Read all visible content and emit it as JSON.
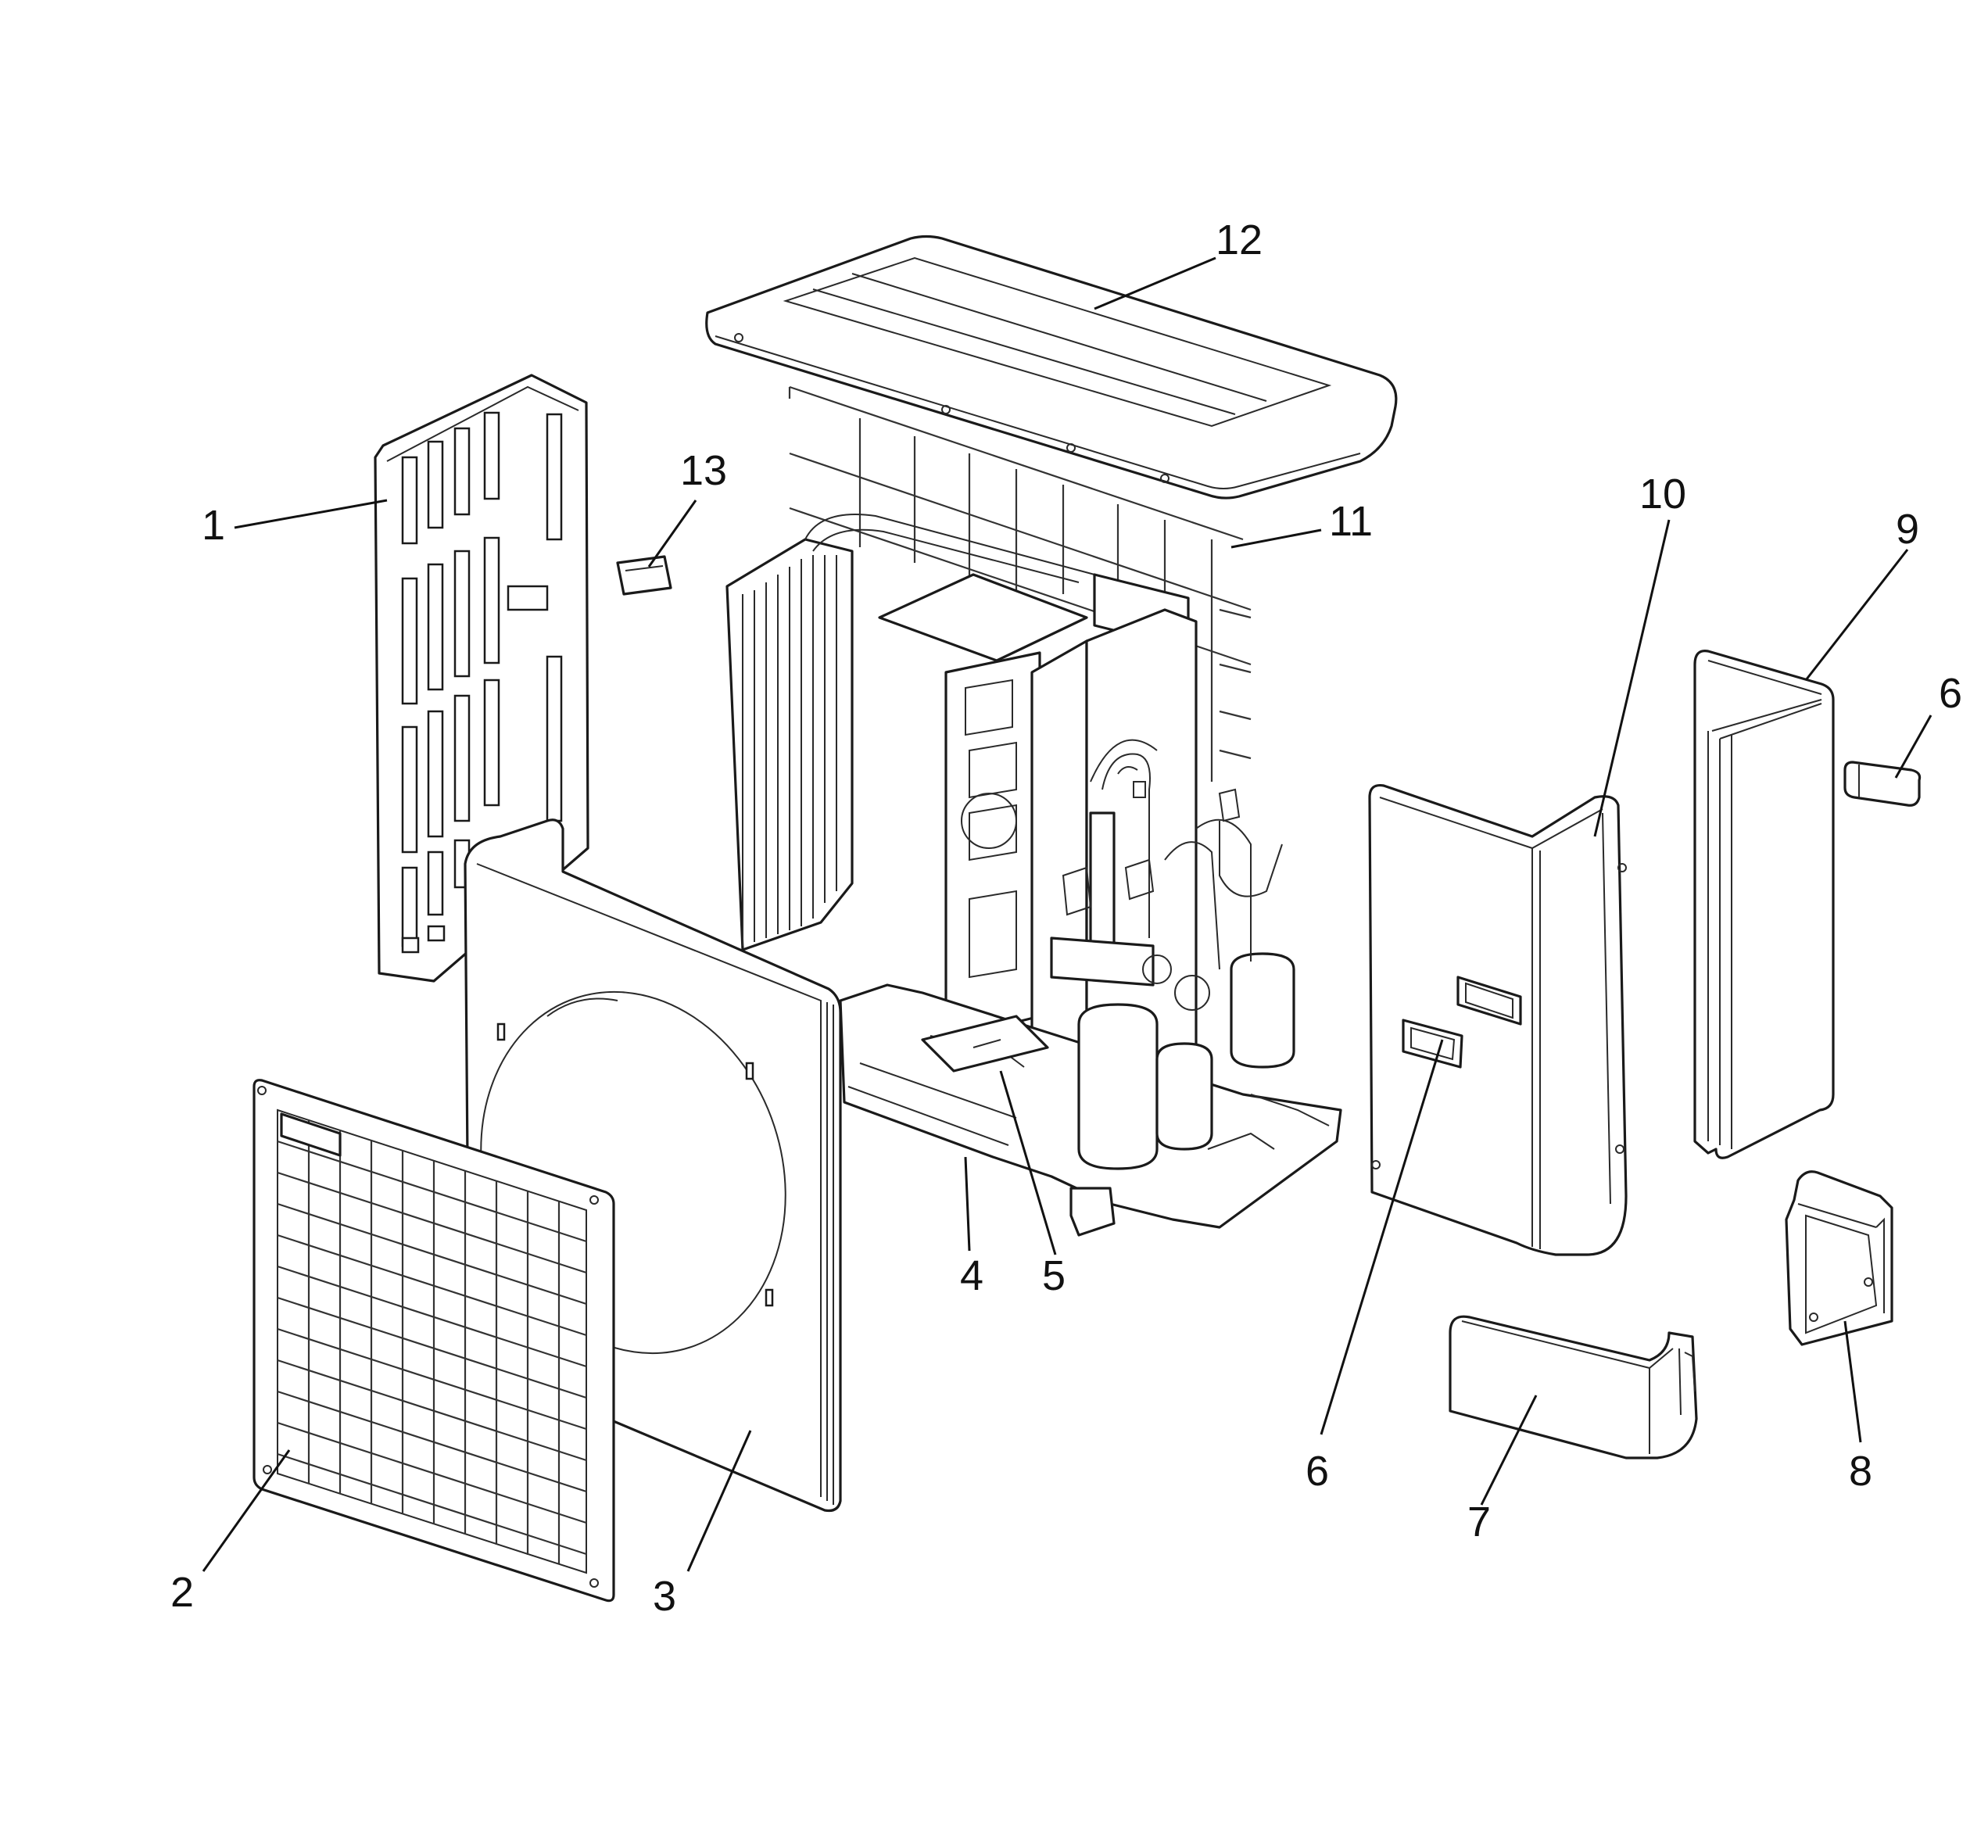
{
  "diagram": {
    "callouts": [
      "1",
      "2",
      "3",
      "4",
      "5",
      "6",
      "6",
      "7",
      "8",
      "9",
      "10",
      "11",
      "12",
      "13"
    ]
  }
}
